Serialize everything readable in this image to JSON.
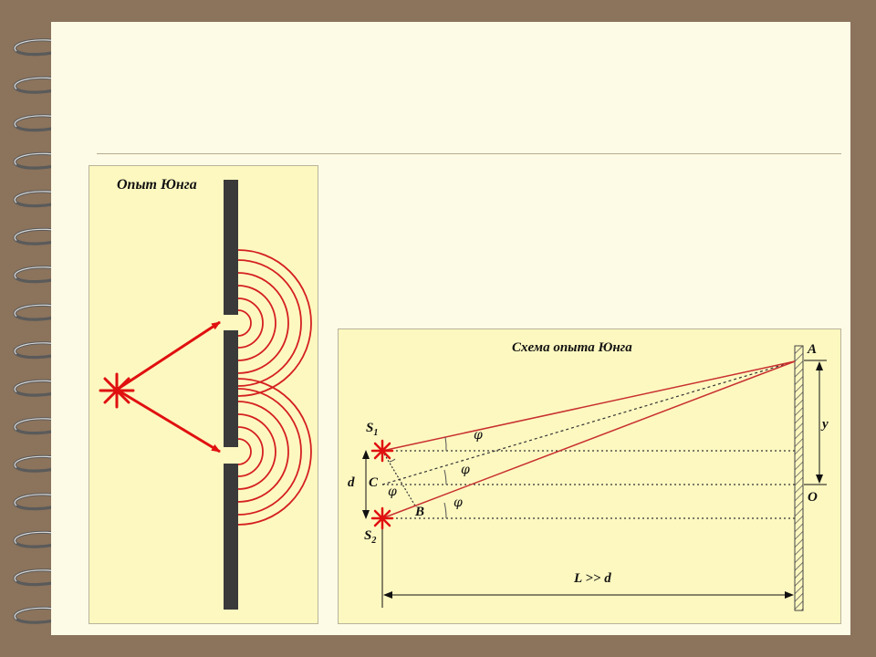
{
  "left_panel": {
    "title": "Опыт Юнга"
  },
  "right_panel": {
    "title": "Схема опыта Юнга",
    "labels": {
      "A": "A",
      "O": "O",
      "y": "y",
      "S1_base": "S",
      "S1_sub": "1",
      "S2_base": "S",
      "S2_sub": "2",
      "d": "d",
      "C": "C",
      "B": "B",
      "phi": "φ",
      "L": "L >> d"
    }
  },
  "colors": {
    "background": "#8b735c",
    "page": "#fdfbe6",
    "panel": "#fdf8c0",
    "ray": "#e01010",
    "wave": "#d42020",
    "screen": "#3a3a3a"
  },
  "icons": [
    "spiral-binding-icon",
    "light-source-icon",
    "slit-source-icon"
  ]
}
